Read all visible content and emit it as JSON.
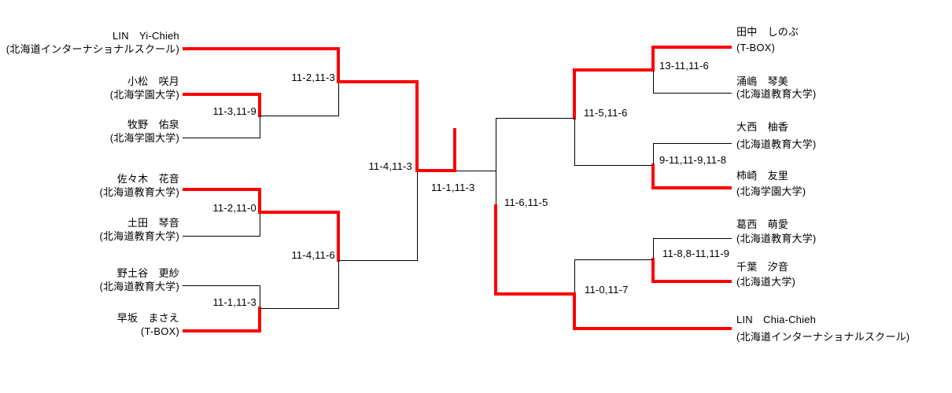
{
  "diagram": {
    "type": "tournament-bracket",
    "sport_context": "table tennis singles results",
    "champion": "LIN　Yi-Chieh"
  },
  "colors": {
    "background": "#ffffff",
    "line": "#000000",
    "winner_path": "#ff0000",
    "text": "#000000"
  },
  "players": [
    {
      "name": "LIN　Yi-Chieh",
      "org": "(北海道インターナショナルスクール)",
      "side": "left"
    },
    {
      "name": "小松　咲月",
      "org": "(北海学園大学)",
      "side": "left"
    },
    {
      "name": "牧野　佑泉",
      "org": "(北海学園大学)",
      "side": "left"
    },
    {
      "name": "佐々木　花音",
      "org": "(北海道教育大学)",
      "side": "left"
    },
    {
      "name": "土田　琴音",
      "org": "(北海道教育大学)",
      "side": "left"
    },
    {
      "name": "野土谷　更紗",
      "org": "(北海道教育大学)",
      "side": "left"
    },
    {
      "name": "早坂　まさえ",
      "org": "(T-BOX)",
      "side": "left"
    },
    {
      "name": "田中　しのぶ",
      "org": "(T-BOX)",
      "side": "right"
    },
    {
      "name": "涌嶋　琴美",
      "org": "(北海道教育大学)",
      "side": "right"
    },
    {
      "name": "大西　柚香",
      "org": "(北海道教育大学)",
      "side": "right"
    },
    {
      "name": "柿崎　友里",
      "org": "(北海学園大学)",
      "side": "right"
    },
    {
      "name": "葛西　萌愛",
      "org": "(北海道教育大学)",
      "side": "right"
    },
    {
      "name": "千葉　汐音",
      "org": "(北海道大学)",
      "side": "right"
    },
    {
      "name": "LIN　Chia-Chieh",
      "org": "(北海道インターナショナルスクール)",
      "side": "right"
    }
  ],
  "matches": [
    {
      "round": "quarterfinal-left-top",
      "players": [
        "LIN　Yi-Chieh",
        "小松　咲月"
      ],
      "score": "11-2,11-3",
      "winner": "LIN　Yi-Chieh"
    },
    {
      "round": "round1-left-top",
      "players": [
        "小松　咲月",
        "牧野　佑泉"
      ],
      "score": "11-3,11-9",
      "winner": "小松　咲月"
    },
    {
      "round": "round1-left-middle",
      "players": [
        "佐々木　花音",
        "土田　琴音"
      ],
      "score": "11-2,11-0",
      "winner": "佐々木　花音"
    },
    {
      "round": "round1-left-bottom",
      "players": [
        "野土谷　更紗",
        "早坂　まさえ"
      ],
      "score": "11-1,11-3",
      "winner": "早坂　まさえ"
    },
    {
      "round": "quarterfinal-left-bottom",
      "players": [
        "佐々木　花音",
        "早坂　まさえ"
      ],
      "score": "11-4,11-6",
      "winner": "佐々木　花音"
    },
    {
      "round": "semifinal-left",
      "players": [
        "LIN　Yi-Chieh",
        "佐々木　花音"
      ],
      "score": "11-4,11-3",
      "winner": "LIN　Yi-Chieh"
    },
    {
      "round": "final",
      "players": [
        "LIN　Yi-Chieh",
        "LIN　Chia-Chieh"
      ],
      "score": "11-1,11-3",
      "winner": "LIN　Yi-Chieh"
    },
    {
      "round": "round1-right-top",
      "players": [
        "田中　しのぶ",
        "涌嶋　琴美"
      ],
      "score": "13-11,11-6",
      "winner": "田中　しのぶ"
    },
    {
      "round": "round1-right-middle",
      "players": [
        "大西　柚香",
        "柿崎　友里"
      ],
      "score": "9-11,11-9,11-8",
      "winner": "柿崎　友里"
    },
    {
      "round": "quarterfinal-right-top",
      "players": [
        "田中　しのぶ",
        "柿崎　友里"
      ],
      "score": "11-5,11-6",
      "winner": "田中　しのぶ"
    },
    {
      "round": "round1-right-bottom",
      "players": [
        "葛西　萌愛",
        "千葉　汐音"
      ],
      "score": "11-8,8-11,11-9",
      "winner": "千葉　汐音"
    },
    {
      "round": "quarterfinal-right-bottom",
      "players": [
        "千葉　汐音",
        "LIN　Chia-Chieh"
      ],
      "score": "11-0,11-7",
      "winner": "LIN　Chia-Chieh"
    },
    {
      "round": "semifinal-right",
      "players": [
        "田中　しのぶ",
        "LIN　Chia-Chieh"
      ],
      "score": "11-6,11-5",
      "winner": "LIN　Chia-Chieh"
    }
  ]
}
